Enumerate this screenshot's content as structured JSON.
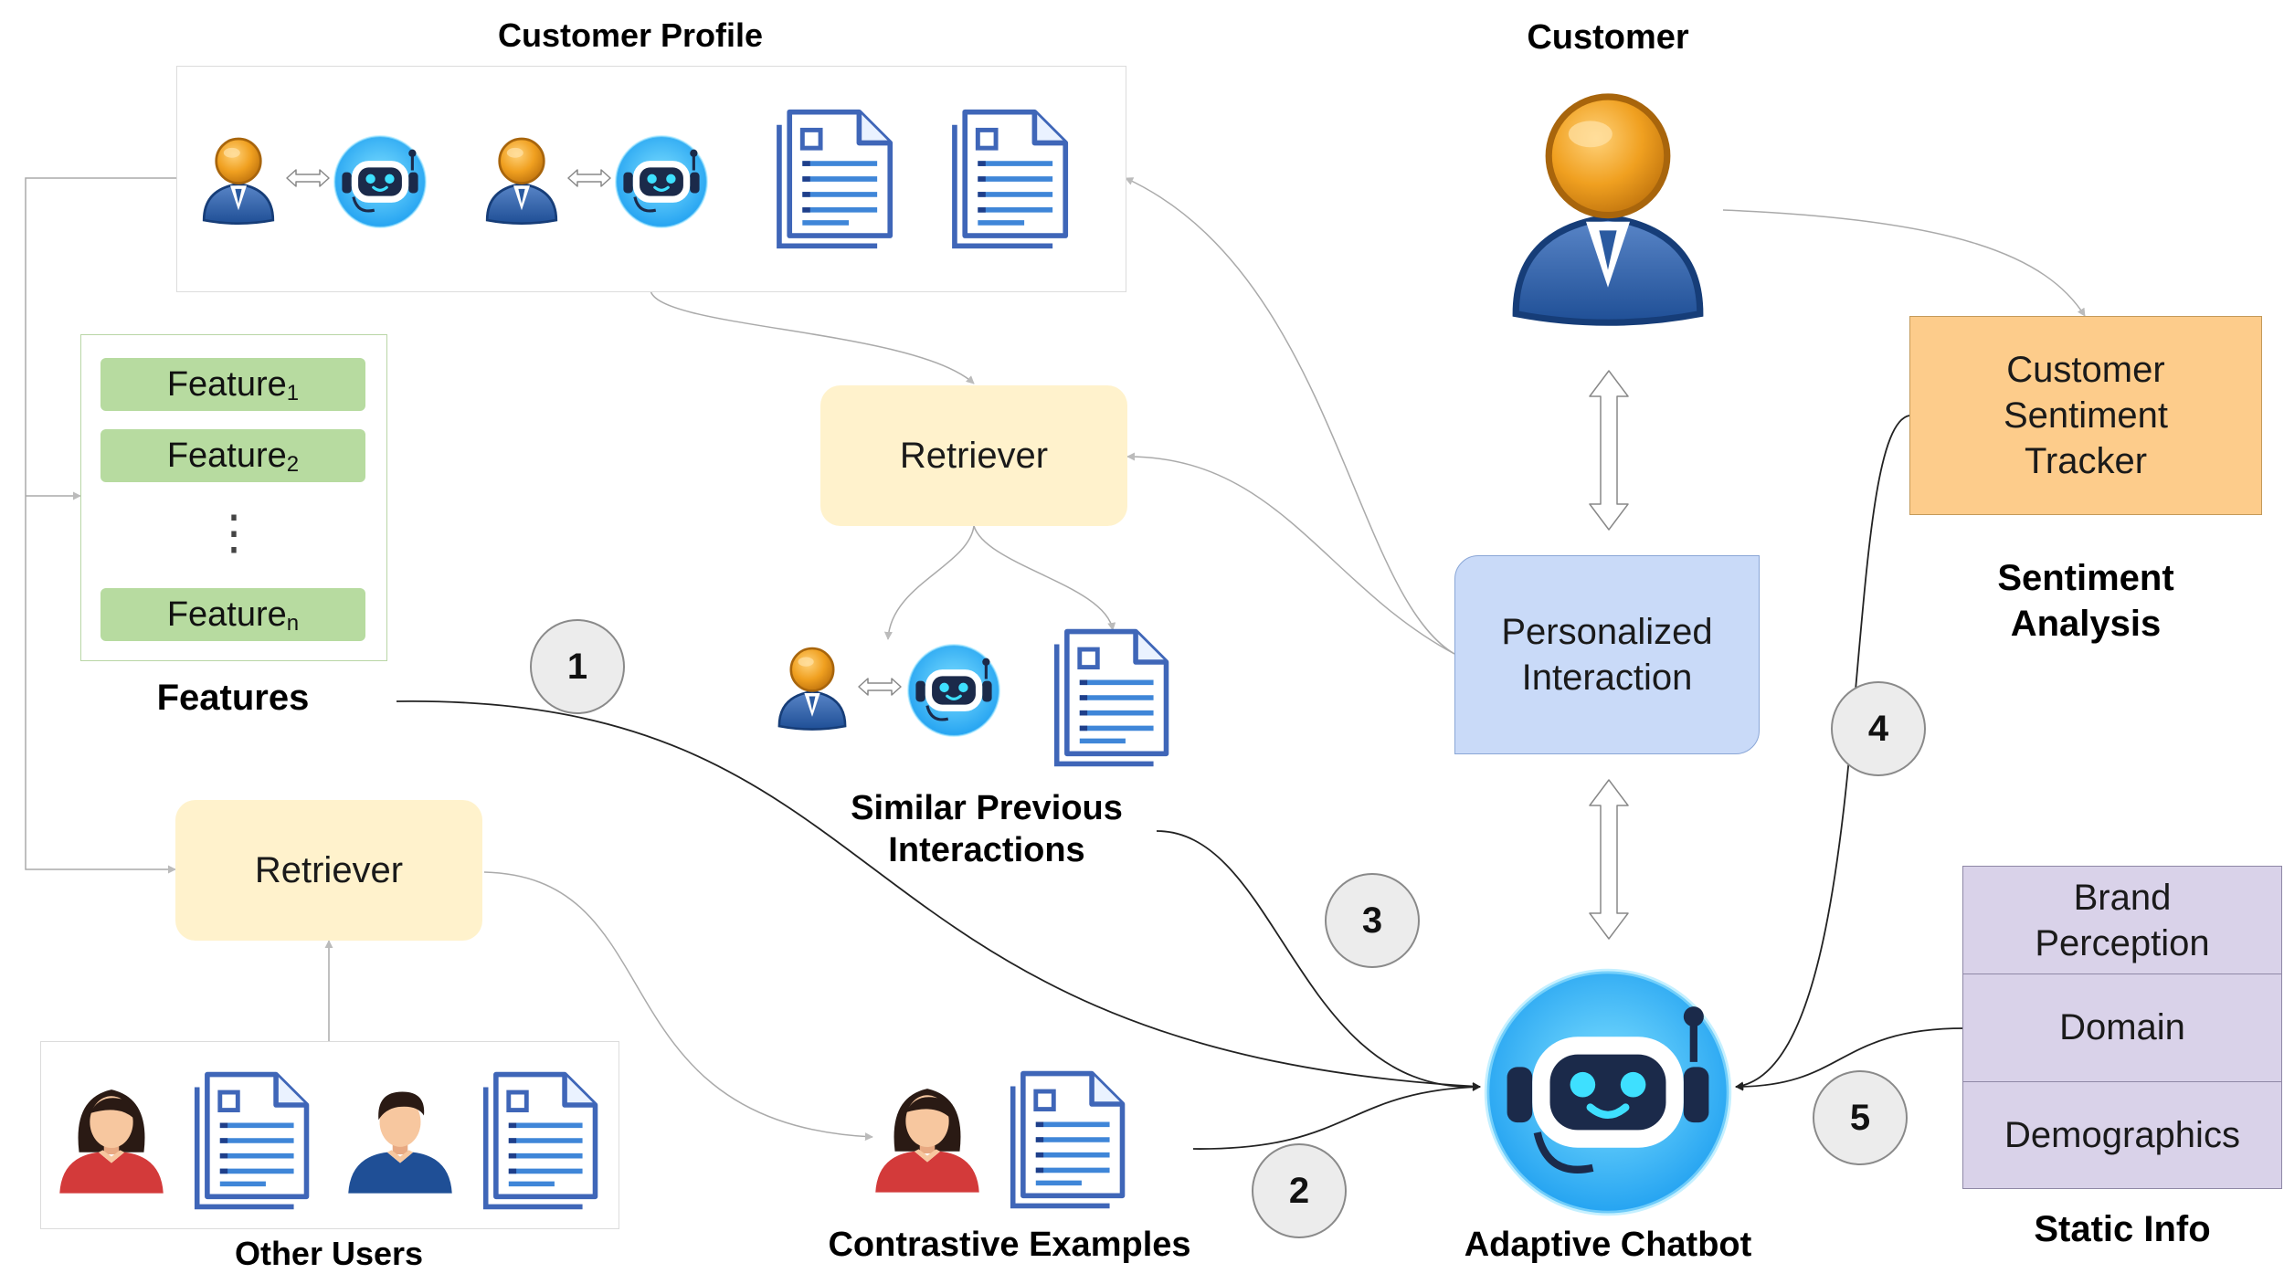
{
  "titles": {
    "customer_profile": "Customer Profile",
    "customer": "Customer",
    "features": "Features",
    "sentiment_analysis": "Sentiment Analysis",
    "similar_previous_interactions": "Similar Previous Interactions",
    "other_users": "Other Users",
    "contrastive_examples": "Contrastive Examples",
    "adaptive_chatbot": "Adaptive Chatbot",
    "static_info": "Static Info"
  },
  "features": {
    "items": [
      {
        "name": "Feature",
        "sub": "1"
      },
      {
        "name": "Feature",
        "sub": "2"
      },
      {
        "name": "Feature",
        "sub": "n"
      }
    ],
    "ellipsis": "⋮"
  },
  "boxes": {
    "retriever_top": "Retriever",
    "retriever_left": "Retriever",
    "personalized_interaction": "Personalized Interaction",
    "customer_sentiment_tracker": "Customer Sentiment Tracker"
  },
  "static_info": {
    "items": [
      "Brand Perception",
      "Domain",
      "Demographics"
    ]
  },
  "steps": [
    "1",
    "2",
    "3",
    "4",
    "5"
  ],
  "colors": {
    "retriever_fill": "#fff2cc",
    "personalized_fill": "#c9daf8",
    "sentiment_fill": "#fdcc8b",
    "static_fill": "#d9d2e9",
    "feature_fill": "#b7dba0"
  },
  "icons": [
    "user-icon",
    "chatbot-icon",
    "document-icon",
    "woman-icon",
    "man-icon",
    "bidirectional-arrow-icon"
  ]
}
